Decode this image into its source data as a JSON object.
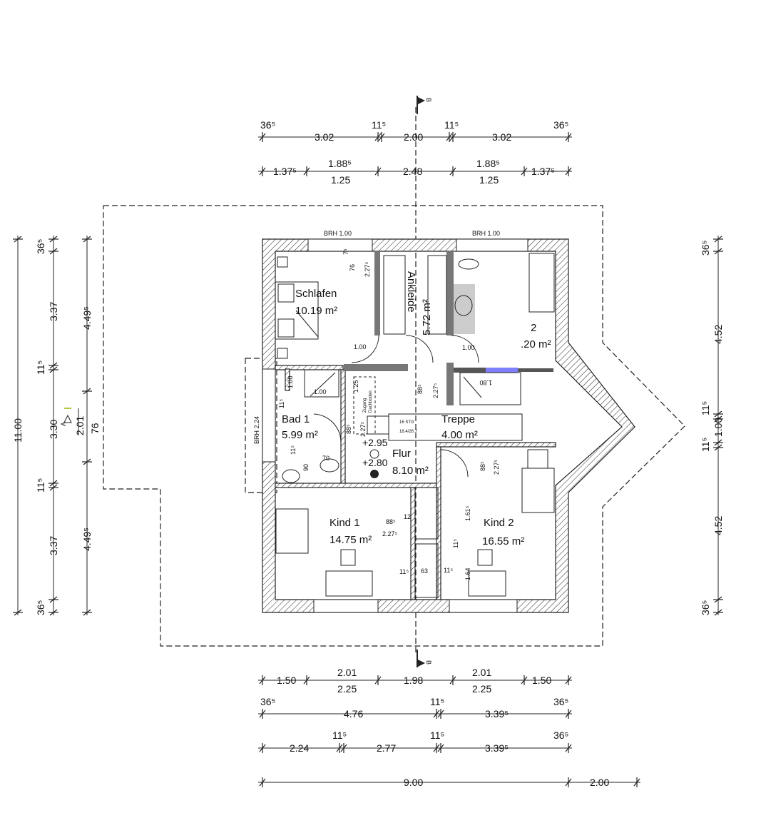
{
  "colors": {
    "accent_blue": "#7f7fff",
    "wall_gray": "#777777",
    "guide_green": "#b5c93a"
  },
  "section_marker": {
    "label": "B"
  },
  "axis_marker": {
    "label": "A"
  },
  "top_dims": {
    "row1": [
      "36⁵",
      "3.02",
      "11⁵",
      "2.00",
      "11⁵",
      "3.02",
      "36⁵"
    ],
    "row2": [
      "1.37⁵",
      "1.88⁵",
      "1.25",
      "2.48",
      "1.88⁵",
      "1.25",
      "1.37⁵"
    ]
  },
  "left_dims": {
    "total": "11.00",
    "col1": [
      "36⁵",
      "3.37",
      "11⁵",
      "3.30",
      "11⁵",
      "3.37",
      "36⁵"
    ],
    "col2": [
      "4.49⁵",
      "2.01",
      "76",
      "4.49⁵"
    ]
  },
  "right_dims": [
    "36⁵",
    "4.52",
    "11⁵",
    "1.00",
    "11⁵",
    "4.52",
    "36⁵"
  ],
  "bottom_dims": {
    "row1": [
      "1.50",
      "2.01",
      "2.25",
      "1.98",
      "2.01",
      "2.25",
      "1.50"
    ],
    "row2": [
      "36⁵",
      "4.76",
      "11⁵",
      "3.39⁵",
      "36⁵"
    ],
    "row3": [
      "2.24",
      "11⁵",
      "2.77",
      "11⁵",
      "3.39⁵",
      "36⁵"
    ],
    "row4": [
      "9.00",
      "2.00"
    ]
  },
  "windows": {
    "brh_left": "BRH 1.00",
    "brh_right": "BRH 1.00",
    "brh_bad": "BRH 2.24"
  },
  "rooms": {
    "schlafen": {
      "name": "Schlafen",
      "area": "10.19 m²"
    },
    "ankleide": {
      "name": "Ankleide",
      "area": "5.72 m²"
    },
    "bad2": {
      "name": "2",
      "area": ".20 m²"
    },
    "bad1": {
      "name": "Bad 1",
      "area": "5.99 m²"
    },
    "treppe": {
      "name": "Treppe",
      "area": "4.00 m²"
    },
    "flur": {
      "name": "Flur",
      "area": "8.10 m²"
    },
    "kind1": {
      "name": "Kind 1",
      "area": "14.75 m²"
    },
    "kind2": {
      "name": "Kind 2",
      "area": "16.55 m²"
    }
  },
  "stairs": {
    "steps": "16 STG",
    "ratio": "18.4/26.7"
  },
  "levels": {
    "upper": "+2.95",
    "lower": "+2.80"
  },
  "attic_access": {
    "line1": "Zugang",
    "line2": "Dachboden"
  },
  "inner_dims": {
    "d76": "76",
    "d7": "7⁵",
    "d227a": "2.27⁵",
    "door_l": "1.00",
    "door_r": "1.00",
    "bad1_100a": "1.00",
    "bad1_100b": "1.00",
    "d115a": "11⁵",
    "d125": "1.25",
    "d885a": "88⁵",
    "d2275b": "2.27⁵",
    "d885b": "88⁵",
    "d2275c": "2.27⁵",
    "shower": "1.80",
    "d115b": "11⁵",
    "d70": "70",
    "d90": "90",
    "d885c": "88⁵",
    "d2275d": "2.27⁵",
    "d885d": "88⁵",
    "d2275e": "2.27⁵",
    "d161": "1.61⁵",
    "d115c": "11⁵",
    "d164": "1.64",
    "d115d": "11⁵",
    "d63": "63",
    "d115e": "11⁵",
    "d12": "12"
  }
}
